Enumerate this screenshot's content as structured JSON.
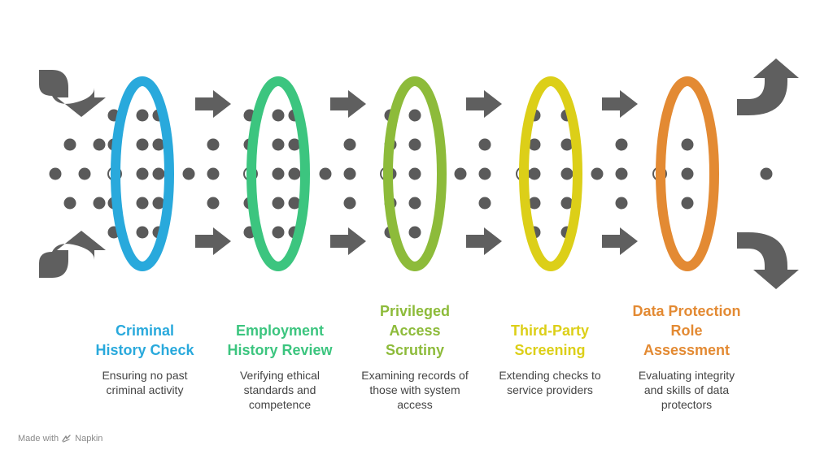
{
  "colors": {
    "arrow": "#5f5f5f",
    "dot": "#5a5a5a"
  },
  "stages": [
    {
      "title_lines": [
        "Criminal",
        "History Check"
      ],
      "desc_lines": [
        "Ensuring no past",
        "criminal activity"
      ],
      "color": "#29a9dc",
      "dots_left": [
        4,
        5,
        4,
        5
      ],
      "dots_right": [
        3,
        3,
        3,
        3
      ]
    },
    {
      "title_lines": [
        "Employment",
        "History Review"
      ],
      "desc_lines": [
        "Verifying ethical",
        "standards and",
        "competence"
      ],
      "color": "#3cc57f",
      "dots_left": [
        4,
        5,
        4,
        5
      ],
      "dots_right": [
        3,
        3,
        3,
        3
      ]
    },
    {
      "title_lines": [
        "Privileged",
        "Access",
        "Scrutiny"
      ],
      "desc_lines": [
        "Examining records of",
        "those with system",
        "access"
      ],
      "color": "#8dbb3a",
      "dots_left": [
        3,
        3,
        3,
        3
      ],
      "dots_right": [
        2,
        2,
        2,
        2
      ]
    },
    {
      "title_lines": [
        "Third-Party",
        "Screening"
      ],
      "desc_lines": [
        "Extending checks to",
        "service providers"
      ],
      "color": "#dccf18",
      "dots_left": [
        2,
        2,
        2,
        2
      ],
      "dots_right": [
        1,
        1,
        1,
        1
      ]
    },
    {
      "title_lines": [
        "Data Protection",
        "Role",
        "Assessment"
      ],
      "desc_lines": [
        "Evaluating integrity",
        "and skills of data",
        "protectors"
      ],
      "color": "#e38a33",
      "dots_left": [
        1,
        1,
        1,
        1
      ],
      "dots_right": [
        0,
        0,
        0,
        0
      ]
    }
  ],
  "footer": {
    "made_with": "Made with",
    "brand": "Napkin"
  }
}
